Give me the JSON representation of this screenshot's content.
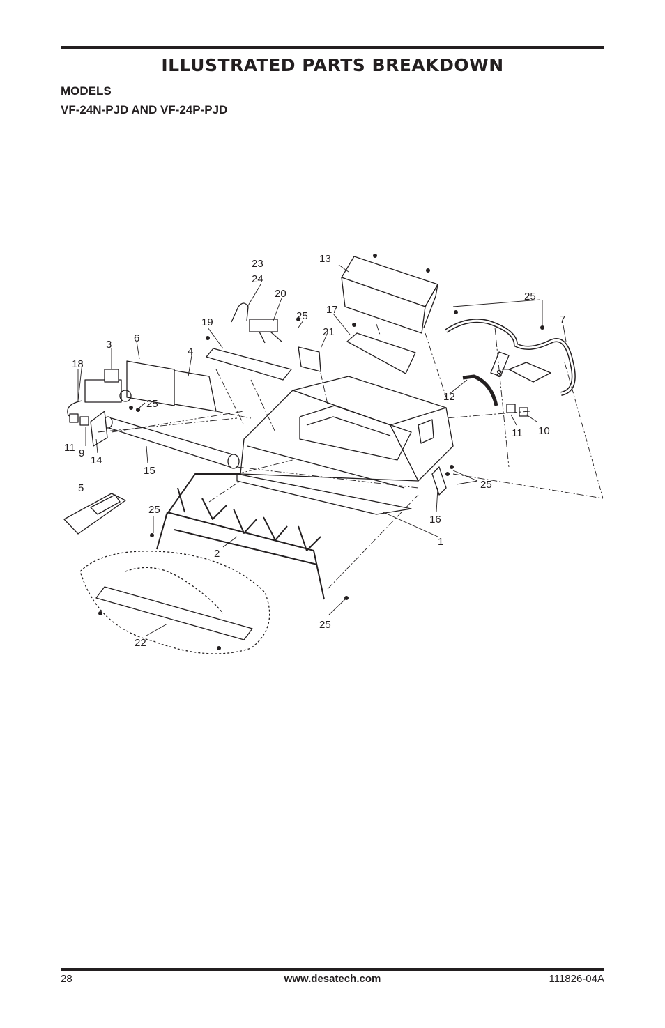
{
  "header": {
    "title": "ILLUSTRATED PARTS BREAKDOWN",
    "models_label": "MODELS",
    "models_list": "VF-24N-PJD AND VF-24P-PJD"
  },
  "diagram": {
    "callouts": {
      "p1": "1",
      "p2": "2",
      "p3": "3",
      "p4": "4",
      "p5": "5",
      "p6": "6",
      "p7": "7",
      "p8": "8",
      "p9": "9",
      "p10": "10",
      "p11a": "11",
      "p11b": "11",
      "p12": "12",
      "p13": "13",
      "p14": "14",
      "p15": "15",
      "p16": "16",
      "p17": "17",
      "p18": "18",
      "p19": "19",
      "p20": "20",
      "p21": "21",
      "p22": "22",
      "p23": "23",
      "p24": "24",
      "p25a": "25",
      "p25b": "25",
      "p25c": "25",
      "p25d": "25",
      "p25e": "25",
      "p25f": "25"
    }
  },
  "footer": {
    "page_number": "28",
    "website": "www.desatech.com",
    "doc_number": "111826-04A"
  }
}
